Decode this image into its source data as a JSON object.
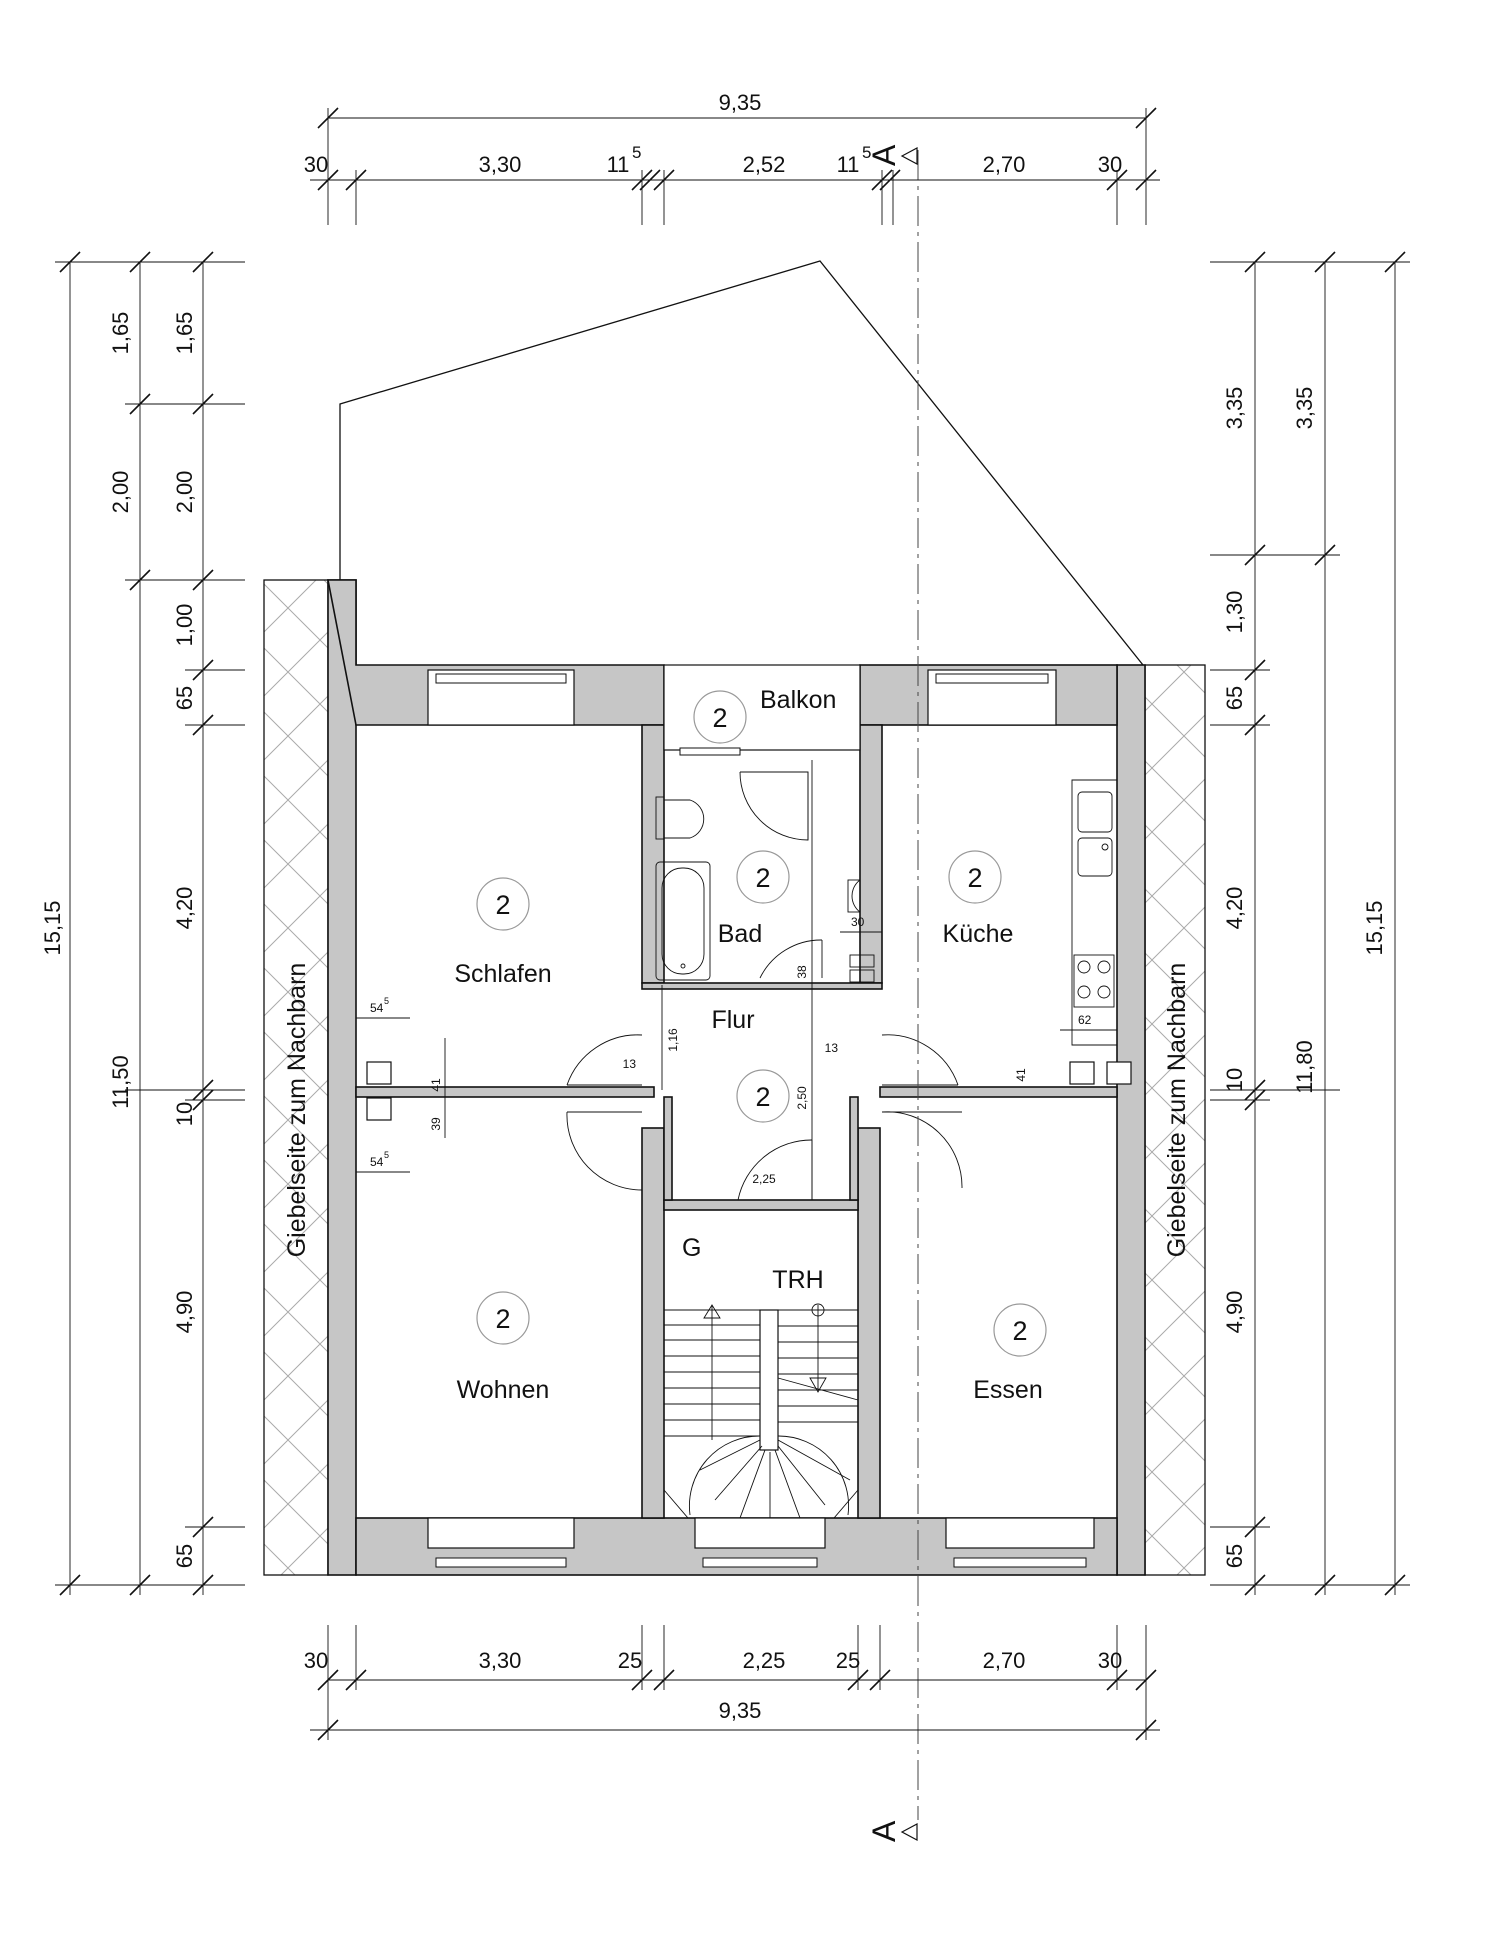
{
  "section_marker": "A",
  "dims_top": {
    "overall": "9,35",
    "segments": [
      "30",
      "3,30",
      "11",
      "2,52",
      "11",
      "2,70",
      "30"
    ],
    "superscripts": [
      "5",
      "5"
    ]
  },
  "dims_bottom": {
    "overall": "9,35",
    "segments": [
      "30",
      "3,30",
      "25",
      "2,25",
      "25",
      "2,70",
      "30"
    ]
  },
  "dims_left": {
    "overall": "15,15",
    "mid": [
      "1,65",
      "2,00",
      "11,50"
    ],
    "inner": [
      "1,65",
      "2,00",
      "1,00",
      "65",
      "4,20",
      "10",
      "4,90",
      "65"
    ]
  },
  "dims_right": {
    "overall": "15,15",
    "mid": [
      "3,35",
      "11,80"
    ],
    "inner": [
      "3,35",
      "1,30",
      "65",
      "4,20",
      "10",
      "4,90",
      "65"
    ]
  },
  "small_dims": {
    "d545": "54",
    "sup5": "5",
    "d415": "41",
    "d39": "39",
    "d135": "13",
    "d116": "1,16",
    "d38": "38",
    "d30": "30",
    "d250": "2,50",
    "d225": "2,25",
    "d625": "62"
  },
  "rooms": {
    "balkon": "Balkon",
    "schlafen": "Schlafen",
    "bad": "Bad",
    "kueche": "Küche",
    "flur": "Flur",
    "wohnen": "Wohnen",
    "essen": "Essen",
    "g": "G",
    "trh": "TRH"
  },
  "room_number": "2",
  "neighbor_left": "Giebelseite zum Nachbarn",
  "neighbor_right": "Giebelseite zum Nachbarn"
}
